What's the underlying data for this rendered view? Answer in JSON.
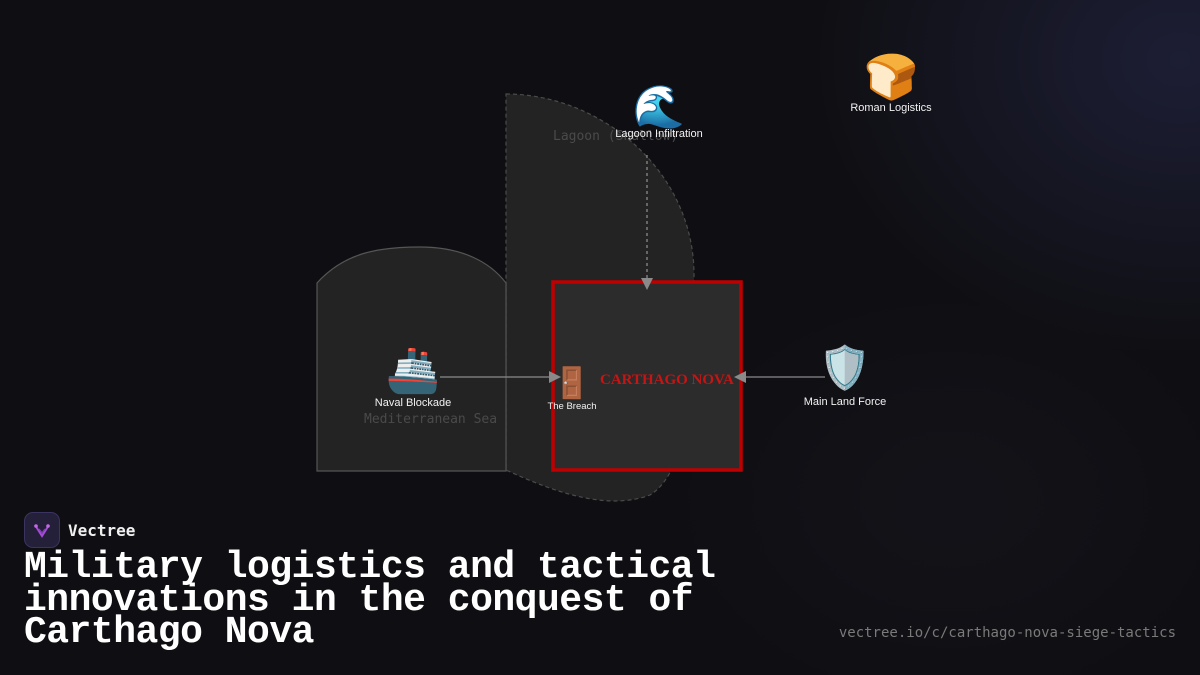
{
  "diagram": {
    "regions": {
      "lagoon": "Lagoon (Shallow)",
      "sea": "Mediterranean Sea"
    },
    "city": "CARTHAGO NOVA",
    "nodes": {
      "lagoon_infiltration": {
        "icon": "wave-icon",
        "emoji": "🌊",
        "label": "Lagoon Infiltration"
      },
      "roman_logistics": {
        "icon": "bread-icon",
        "emoji": "🍞",
        "label": "Roman Logistics"
      },
      "naval_blockade": {
        "icon": "ship-icon",
        "emoji": "🚢",
        "label": "Naval Blockade"
      },
      "the_breach": {
        "icon": "door-icon",
        "emoji": "🚪",
        "label": "The Breach"
      },
      "main_land_force": {
        "icon": "shield-icon",
        "emoji": "🛡️",
        "label": "Main Land Force"
      }
    },
    "colors": {
      "city_border": "#c00000",
      "city_text": "#c81414",
      "region_fill": "#232323",
      "arrow": "#8a8a8a"
    }
  },
  "footer": {
    "brand": "Vectree",
    "title": "Military logistics and tactical innovations in the conquest of Carthago Nova",
    "url": "vectree.io/c/carthago-nova-siege-tactics"
  }
}
